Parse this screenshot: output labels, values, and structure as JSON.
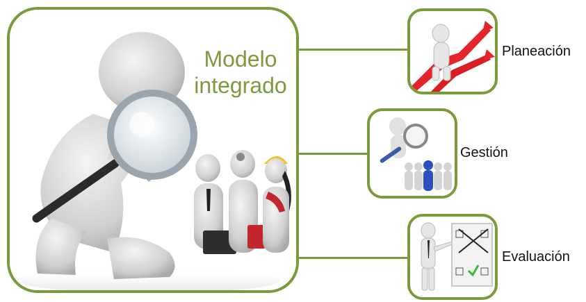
{
  "diagram": {
    "title": "Modelo integrado",
    "accent_color": "#7a9a3c",
    "nodes": [
      {
        "label": "Planeación",
        "icon": "red-arrows-figure-icon"
      },
      {
        "label": "Gestión",
        "icon": "magnifier-team-icon"
      },
      {
        "label": "Evaluación",
        "icon": "presentation-board-icon"
      }
    ]
  }
}
